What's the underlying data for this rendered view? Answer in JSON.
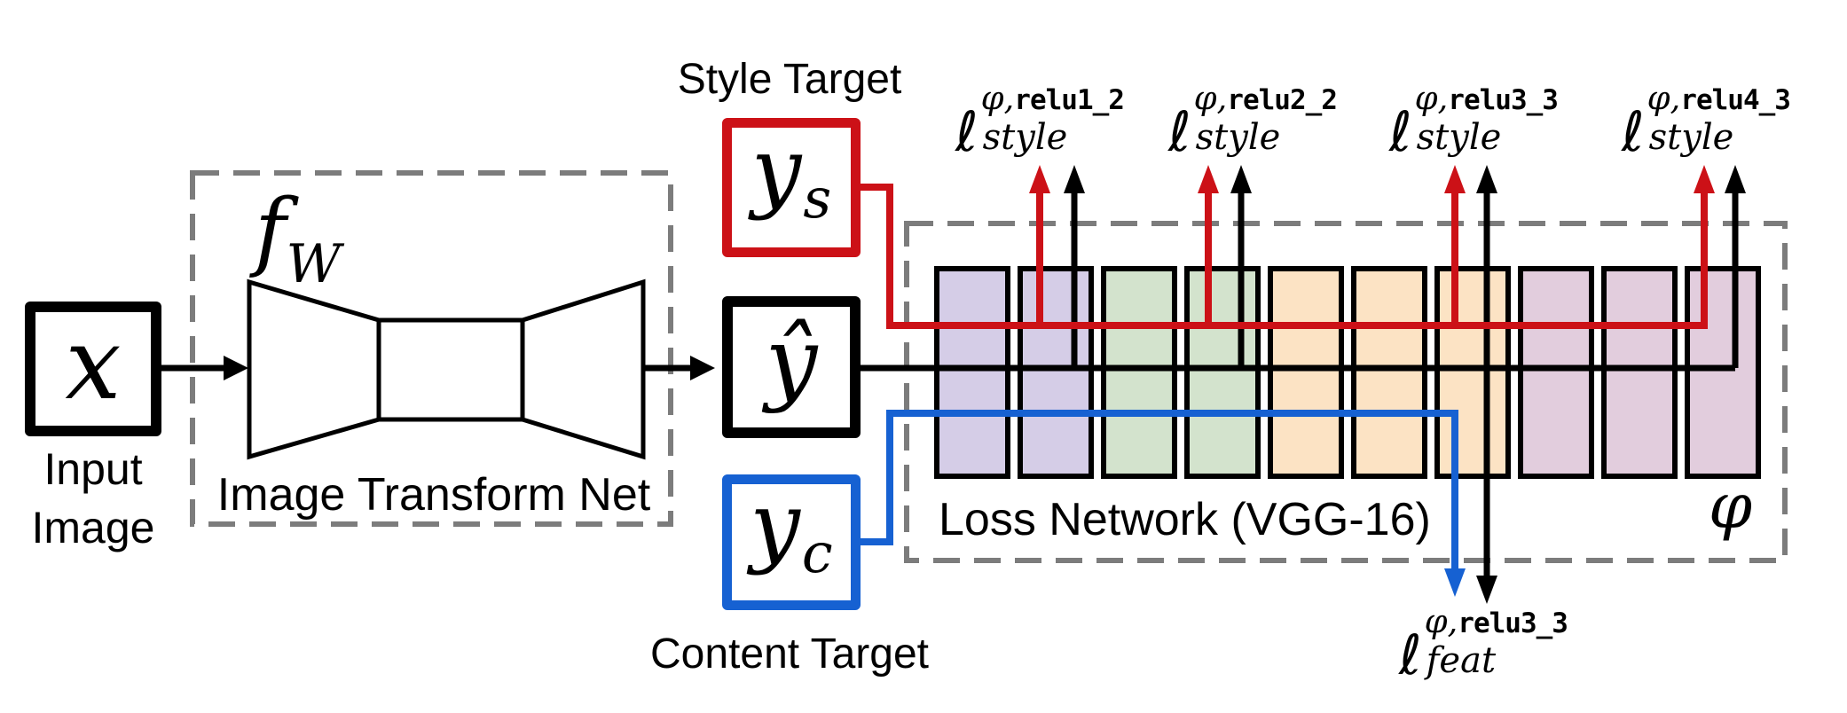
{
  "figure": {
    "input": {
      "symbol": "x",
      "caption_line1": "Input",
      "caption_line2": "Image"
    },
    "transform_net": {
      "symbol": "f",
      "symbol_sub": "W",
      "caption": "Image Transform Net"
    },
    "style_target": {
      "caption": "Style Target",
      "symbol": "y",
      "symbol_sub": "s"
    },
    "output": {
      "symbol": "ŷ"
    },
    "content_target": {
      "caption": "Content Target",
      "symbol": "y",
      "symbol_sub": "c"
    },
    "loss_network": {
      "caption": "Loss Network (VGG-16)",
      "symbol": "φ"
    },
    "style_losses": [
      {
        "ell": "ℓ",
        "sup_phi": "φ,",
        "sup_layer": "relu1_2",
        "sub": "style"
      },
      {
        "ell": "ℓ",
        "sup_phi": "φ,",
        "sup_layer": "relu2_2",
        "sub": "style"
      },
      {
        "ell": "ℓ",
        "sup_phi": "φ,",
        "sup_layer": "relu3_3",
        "sub": "style"
      },
      {
        "ell": "ℓ",
        "sup_phi": "φ,",
        "sup_layer": "relu4_3",
        "sub": "style"
      }
    ],
    "feat_loss": {
      "ell": "ℓ",
      "sup_phi": "φ,",
      "sup_layer": "relu3_3",
      "sub": "feat"
    },
    "vgg_groups": [
      {
        "name": "relu1",
        "bars": 2,
        "fill": "#d5cde7"
      },
      {
        "name": "relu2",
        "bars": 2,
        "fill": "#d3e3cd"
      },
      {
        "name": "relu3",
        "bars": 3,
        "fill": "#fce3c4"
      },
      {
        "name": "relu4",
        "bars": 3,
        "fill": "#e2cddd"
      }
    ],
    "colors": {
      "style_red": "#cc1117",
      "content_blue": "#1661d2",
      "line_black": "#000000",
      "dash_gray": "#7c7c7c",
      "bar_purple": "#d5cde7",
      "bar_green": "#d3e3cd",
      "bar_orange": "#fce3c4",
      "bar_mauve": "#e2cddd",
      "background": "#ffffff"
    }
  }
}
